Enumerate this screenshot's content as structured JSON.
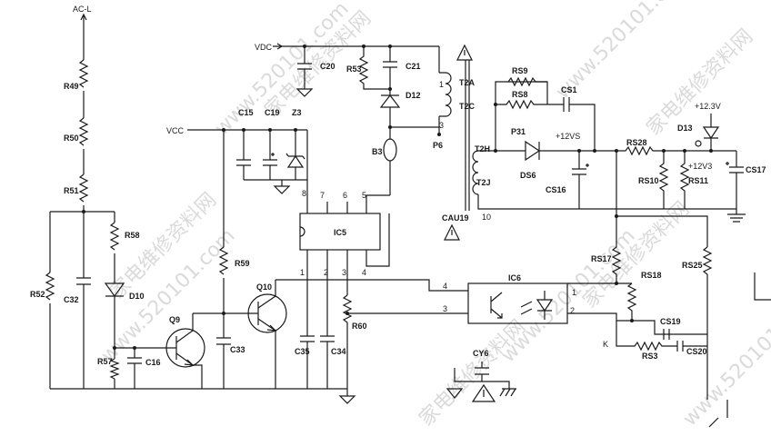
{
  "nets": {
    "ac_l": "AC-L",
    "vdc": "VDC",
    "vcc": "VCC",
    "plus12vs": "+12VS",
    "plus12v3": "+12V3",
    "plus123v": "+12.3V"
  },
  "ics": {
    "ic5": "IC5",
    "ic6": "IC6"
  },
  "components": {
    "R49": "R49",
    "R50": "R50",
    "R51": "R51",
    "R52": "R52",
    "R58": "R58",
    "R57": "R57",
    "R59": "R59",
    "R60": "R60",
    "R53": "R53",
    "C32": "C32",
    "C16": "C16",
    "C33": "C33",
    "C35": "C35",
    "C34": "C34",
    "C15": "C15",
    "C19": "C19",
    "C20": "C20",
    "C21": "C21",
    "Z3": "Z3",
    "D10": "D10",
    "D12": "D12",
    "D13": "D13",
    "DS6": "DS6",
    "Q9": "Q9",
    "Q10": "Q10",
    "B3": "B3",
    "RS9": "RS9",
    "RS8": "RS8",
    "CS1": "CS1",
    "P31": "P31",
    "CS16": "CS16",
    "RS28": "RS28",
    "RS10": "RS10",
    "RS11": "RS11",
    "CS17": "CS17",
    "RS17": "RS17",
    "RS18": "RS18",
    "RS25": "RS25",
    "CS19": "CS19",
    "RS3": "RS3",
    "CS20": "CS20",
    "CY6": "CY6",
    "T2A": "T2A",
    "T2C": "T2C",
    "T2H": "T2H",
    "T2J": "T2J",
    "P6": "P6",
    "CAU19": "CAU19"
  },
  "pin_numbers": {
    "t_1": "1",
    "t_3": "3",
    "t_10": "10",
    "ic5_8": "8",
    "ic5_7": "7",
    "ic5_6": "6",
    "ic5_5": "5",
    "ic5_1": "1",
    "ic5_2": "2",
    "ic5_3": "3",
    "ic5_4": "4",
    "ic6_4": "4",
    "ic6_3": "3",
    "ic6_1": "1",
    "ic6_2": "2",
    "k": "K"
  },
  "watermarks": {
    "cn": "家电维修资料网",
    "url": "www.520101.com"
  },
  "colors": {
    "ink": "#1a1a1a",
    "watermark": "#bcbcbc",
    "background": "#ffffff"
  }
}
